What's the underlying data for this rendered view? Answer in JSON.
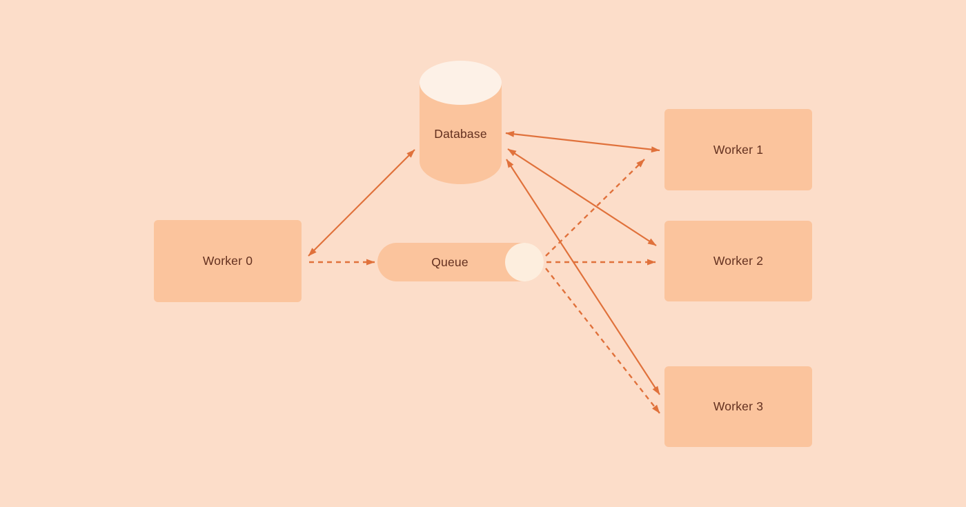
{
  "diagram": {
    "nodes": {
      "worker0": {
        "label": "Worker 0",
        "shape": "rectangle"
      },
      "database": {
        "label": "Database",
        "shape": "cylinder"
      },
      "queue": {
        "label": "Queue",
        "shape": "pill"
      },
      "worker1": {
        "label": "Worker 1",
        "shape": "rectangle"
      },
      "worker2": {
        "label": "Worker 2",
        "shape": "rectangle"
      },
      "worker3": {
        "label": "Worker 3",
        "shape": "rectangle"
      }
    },
    "edges": [
      {
        "from": "worker0",
        "to": "database",
        "style": "solid",
        "direction": "bidirectional"
      },
      {
        "from": "worker0",
        "to": "queue",
        "style": "dashed",
        "direction": "forward"
      },
      {
        "from": "database",
        "to": "worker1",
        "style": "solid",
        "direction": "bidirectional"
      },
      {
        "from": "database",
        "to": "worker2",
        "style": "solid",
        "direction": "bidirectional"
      },
      {
        "from": "database",
        "to": "worker3",
        "style": "solid",
        "direction": "bidirectional"
      },
      {
        "from": "queue",
        "to": "worker1",
        "style": "dashed",
        "direction": "forward"
      },
      {
        "from": "queue",
        "to": "worker2",
        "style": "dashed",
        "direction": "forward"
      },
      {
        "from": "queue",
        "to": "worker3",
        "style": "dashed",
        "direction": "forward"
      }
    ]
  },
  "colors": {
    "background": "#fcddc9",
    "shape": "#fbc49d",
    "cylinder-top": "#fdf1e7",
    "queue-circle": "#fdeede",
    "arrow": "#e0713b",
    "text": "#63301f"
  }
}
